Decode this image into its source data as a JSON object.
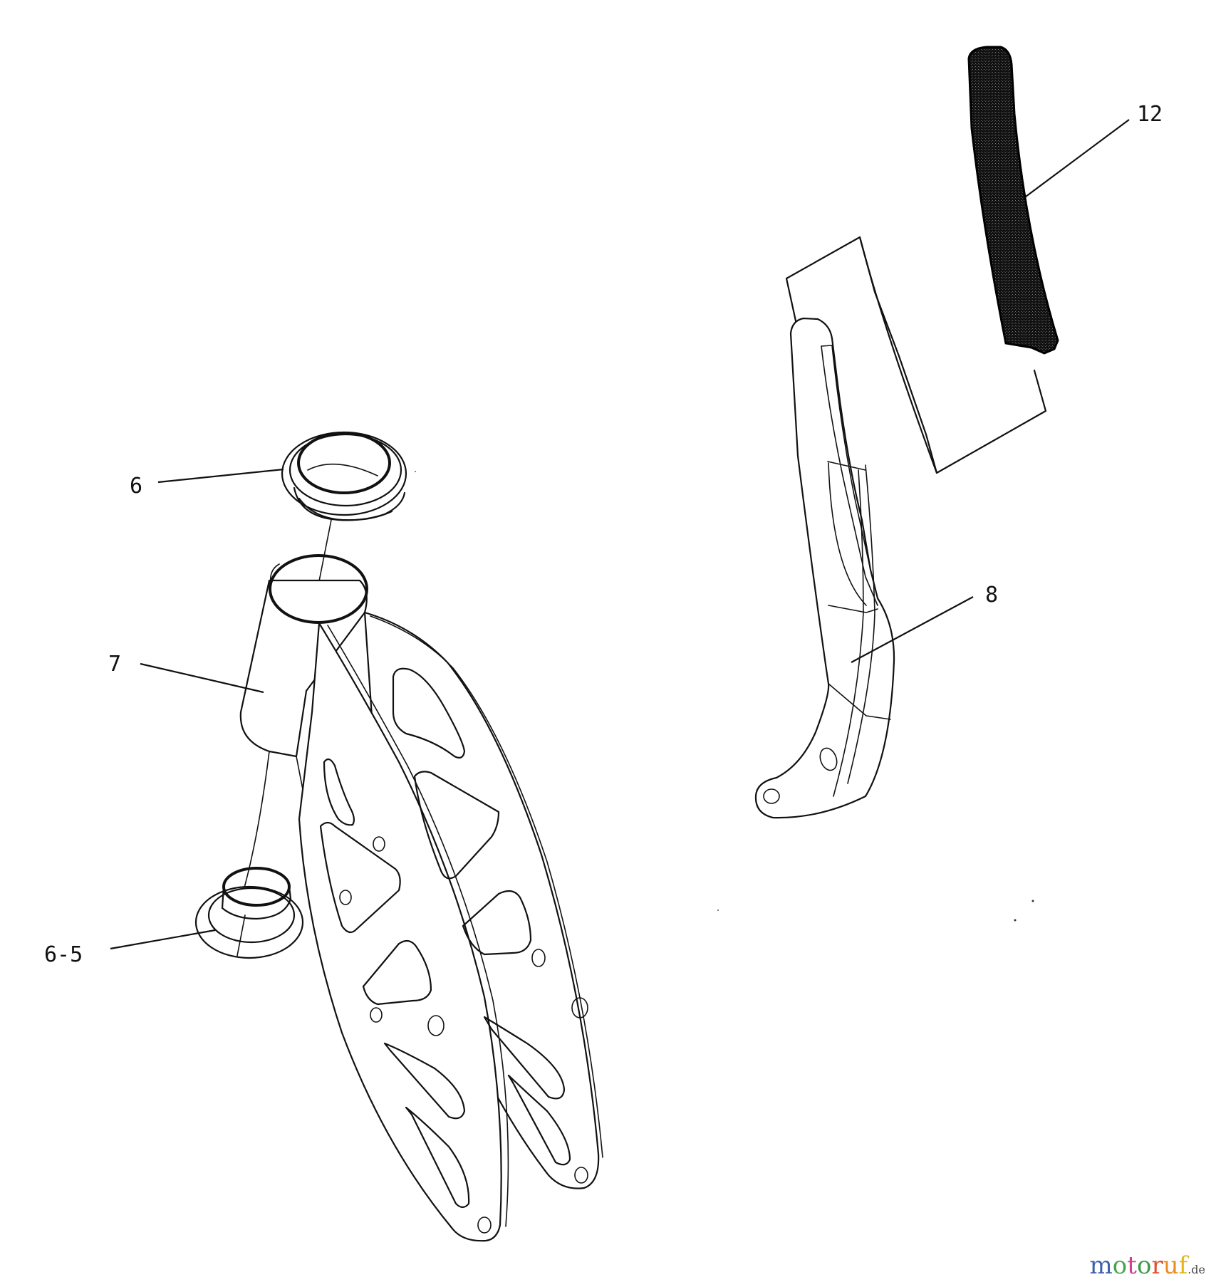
{
  "diagram": {
    "type": "exploded-parts-diagram",
    "callouts": [
      {
        "id": "12",
        "label": "12",
        "part": "grip"
      },
      {
        "id": "6",
        "label": "6",
        "part": "upper-bushing"
      },
      {
        "id": "7",
        "label": "7",
        "part": "tube-sleeve"
      },
      {
        "id": "8",
        "label": "8",
        "part": "handle-lever"
      },
      {
        "id": "6-5",
        "label": "6-5",
        "part": "lower-bushing"
      }
    ]
  },
  "watermark": {
    "letters": [
      {
        "ch": "m",
        "color": "#3f5fae"
      },
      {
        "ch": "o",
        "color": "#44a54c"
      },
      {
        "ch": "t",
        "color": "#d2408c"
      },
      {
        "ch": "o",
        "color": "#3b9b49"
      },
      {
        "ch": "r",
        "color": "#e24e2e"
      },
      {
        "ch": "u",
        "color": "#ef8a1e"
      },
      {
        "ch": "f",
        "color": "#e6b41c"
      }
    ],
    "suffix": ".de"
  }
}
